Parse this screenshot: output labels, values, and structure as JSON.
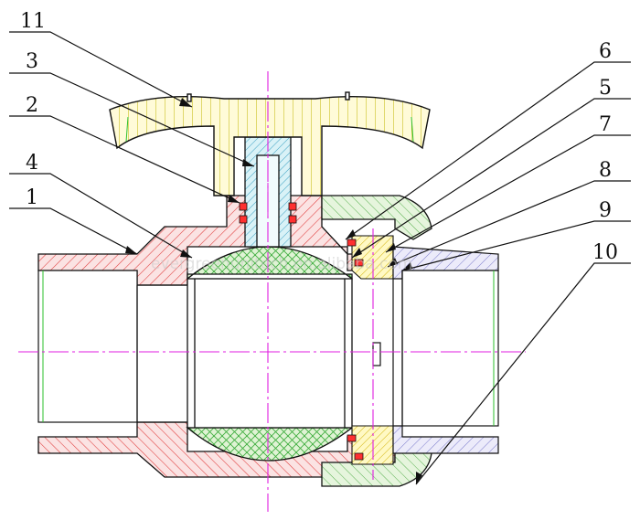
{
  "callouts": {
    "part_11": "11",
    "part_3": "3",
    "part_2": "2",
    "part_4": "4",
    "part_1": "1",
    "part_6": "6",
    "part_5": "5",
    "part_7": "7",
    "part_8": "8",
    "part_9": "9",
    "part_10": "10"
  },
  "watermark": "evergreenunitech.en.alibaba.com",
  "colors": {
    "body_hatch": "#e03a3a",
    "body_fill": "#fbe3e3",
    "ball_fill": "#dff3d4",
    "ball_hatch": "#3fae3f",
    "stem_fill": "#d9f2f7",
    "stem_hatch": "#41a3c4",
    "handle_fill": "#fffbd8",
    "handle_hatch": "#c2b600",
    "nut_fill": "#e6f5dd",
    "nut_hatch": "#57b04f",
    "seat_fill": "#fff9c4",
    "seat_hatch": "#d0b000",
    "seal": "#ff3030",
    "union_end": "#7a7acb",
    "centerline": "#e01ee0",
    "outline": "#111111",
    "bore_line": "#2bbf2b"
  }
}
